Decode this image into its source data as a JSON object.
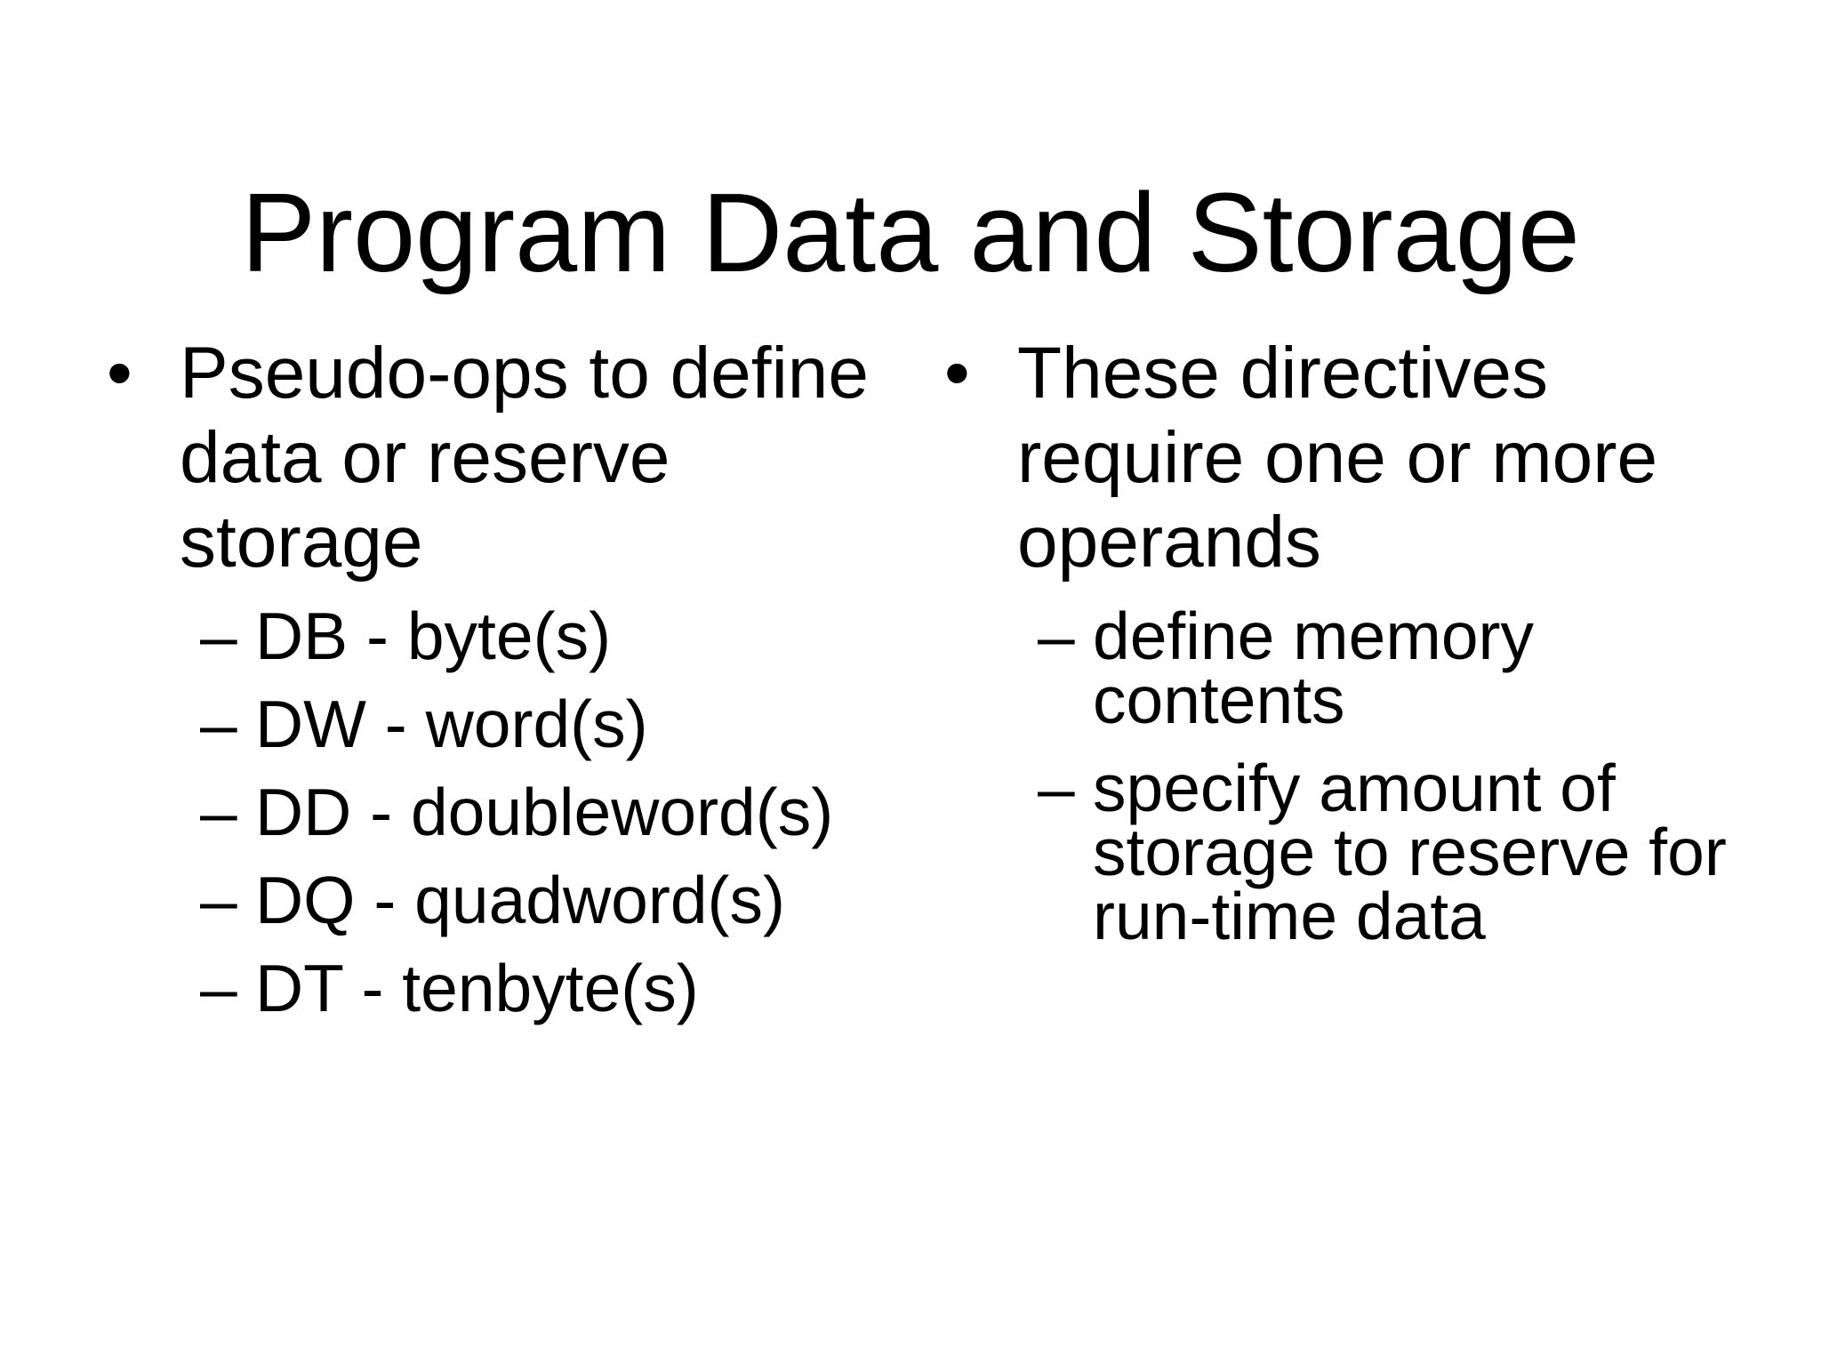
{
  "slide": {
    "title": "Program Data and Storage",
    "markers": {
      "level1": "•",
      "level2": "–"
    },
    "columns": [
      {
        "bullet": "Pseudo-ops to define\ndata or reserve\nstorage",
        "sub_bullets": [
          "DB - byte(s)",
          "DW - word(s)",
          "DD - doubleword(s)",
          "DQ - quadword(s)",
          "DT - tenbyte(s)"
        ]
      },
      {
        "bullet": "These directives\nrequire one or more\noperands",
        "sub_bullets": [
          "define memory\ncontents",
          "specify amount of\nstorage to reserve for\nrun-time data"
        ]
      }
    ]
  }
}
